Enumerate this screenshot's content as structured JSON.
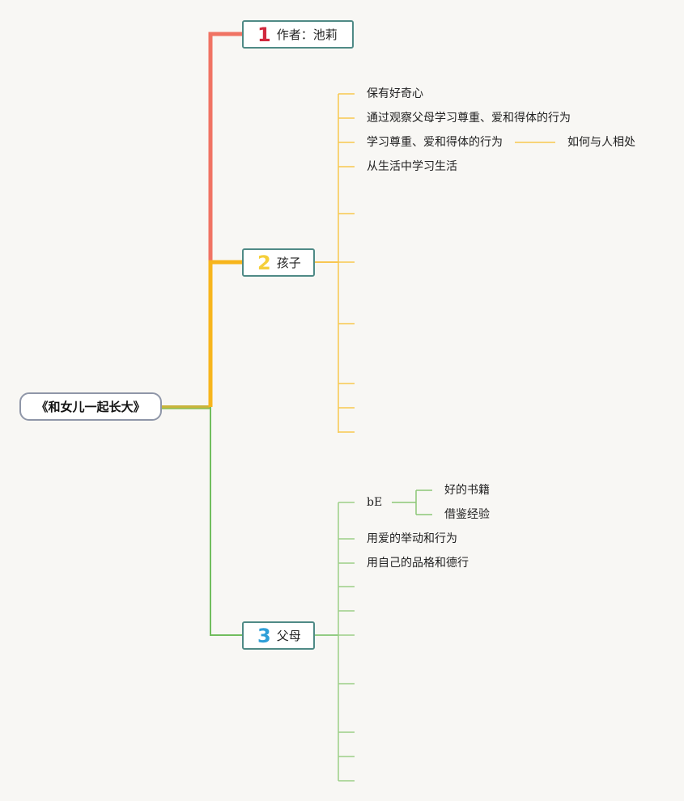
{
  "root": {
    "label": "《和女儿一起长大》"
  },
  "topics": [
    {
      "number": "1",
      "label": "作者：池莉",
      "color": "#f07363",
      "number_color": "#d1293e"
    },
    {
      "number": "2",
      "label": "孩子",
      "color": "#f7b51c",
      "number_color": "#f5cf3b"
    },
    {
      "number": "3",
      "label": "父母",
      "color": "#71bd5e",
      "number_color": "#2f9fd8"
    }
  ],
  "children_branch": {
    "items": [
      "保有好奇心",
      "通过观察父母学习尊重、爱和得体的行为",
      "学习尊重、爱和得体的行为",
      "从生活中学习生活"
    ],
    "sub_item": "如何与人相处"
  },
  "parents_branch": {
    "items": [
      "bE",
      "用爱的举动和行为",
      "用自己的品格和德行"
    ],
    "sub_items": [
      "好的书籍",
      "借鉴经验"
    ]
  }
}
